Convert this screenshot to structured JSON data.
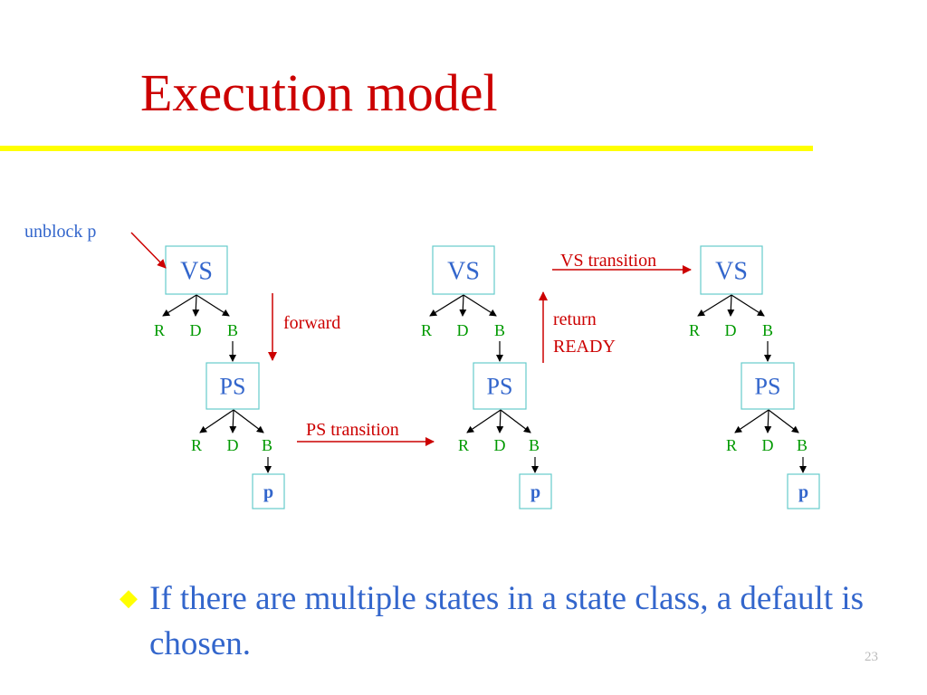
{
  "slide": {
    "title": "Execution model",
    "bullet": "If there are multiple states in a state class, a default is chosen.",
    "page_number": "23"
  },
  "diagram": {
    "panels": [
      {
        "top_box": "VS",
        "middle_box": "PS",
        "bottom_box": "p",
        "top_children": [
          "R",
          "D",
          "B"
        ],
        "middle_children": [
          "R",
          "D",
          "B"
        ]
      },
      {
        "top_box": "VS",
        "middle_box": "PS",
        "bottom_box": "p",
        "top_children": [
          "R",
          "D",
          "B"
        ],
        "middle_children": [
          "R",
          "D",
          "B"
        ]
      },
      {
        "top_box": "VS",
        "middle_box": "PS",
        "bottom_box": "p",
        "top_children": [
          "R",
          "D",
          "B"
        ],
        "middle_children": [
          "R",
          "D",
          "B"
        ]
      }
    ],
    "annotations": {
      "unblock": "unblock p",
      "forward": "forward",
      "ps_transition": "PS transition",
      "return_line1": "return",
      "return_line2": "READY",
      "vs_transition": "VS transition"
    },
    "colors": {
      "title": "#cc0000",
      "rule": "#ffff00",
      "box_border": "#66cccc",
      "box_text": "#3366cc",
      "child_label": "#009900",
      "annotation": "#cc0000",
      "unblock_label": "#3366cc",
      "arrow_black": "#000000"
    },
    "icons": {
      "bullet": "diamond-bullet-icon"
    }
  }
}
